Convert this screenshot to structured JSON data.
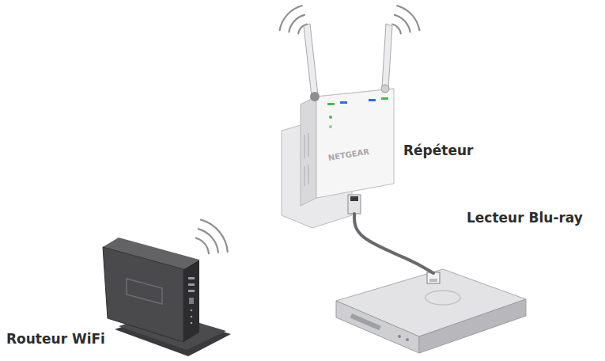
{
  "diagram": {
    "nodes": [
      {
        "text": [
          "Répéteur"
        ]
      },
      {
        "text": [
          "Lecteur Blu-ray"
        ]
      },
      {
        "text": [
          "Routeur WiFi"
        ]
      }
    ],
    "edges": [
      {
        "from": 0,
        "to": 1,
        "arrow": "none"
      }
    ],
    "labels": [
      "NETGEAR"
    ]
  }
}
